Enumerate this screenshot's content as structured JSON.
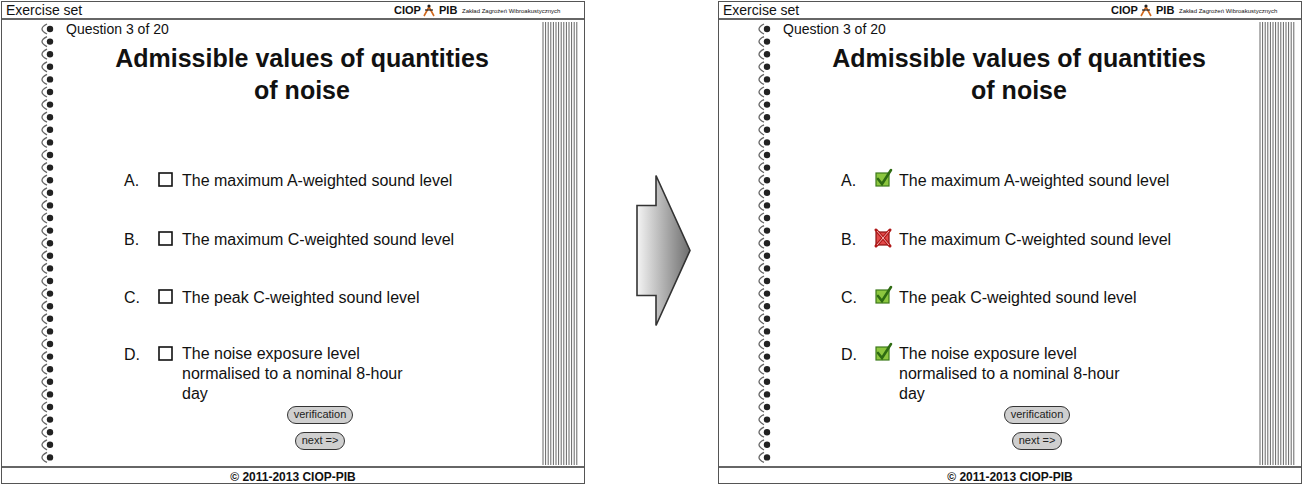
{
  "diagram": {
    "nodes": [
      {
        "text": [
          "Exercise set",
          "CIOP",
          "PIB",
          "Zakład Zagrożeń Wibroakustycznych",
          "Question 3 of 20",
          "Admissible values of quantities of noise",
          "A.",
          "The maximum A-weighted sound level",
          "B.",
          "The maximum C-weighted sound level",
          "C.",
          "The peak C-weighted sound level",
          "D.",
          "The noise exposure level normalised to a nominal 8-hour day",
          "© 2011-2013 CIOP-PIB"
        ]
      },
      {
        "text": [
          "verification"
        ],
        "in": 0
      },
      {
        "text": [
          "next =>"
        ],
        "in": 0
      },
      {
        "text": [
          "Exercise set",
          "CIOP",
          "PIB",
          "Zakład Zagrożeń Wibroakustycznych",
          "Question 3 of 20",
          "Admissible values of quantities of noise",
          "A.",
          "The maximum A-weighted sound level",
          "B.",
          "The maximum C-weighted sound level",
          "C.",
          "The peak C-weighted sound level",
          "D.",
          "The noise exposure level normalised to a nominal 8-hour day",
          "© 2011-2013 CIOP-PIB"
        ]
      },
      {
        "text": [
          "verification"
        ],
        "in": 3
      },
      {
        "text": [
          "next =>"
        ],
        "in": 3
      }
    ],
    "edges": [
      {
        "from": 0,
        "to": 3,
        "arrow": "to"
      }
    ]
  }
}
